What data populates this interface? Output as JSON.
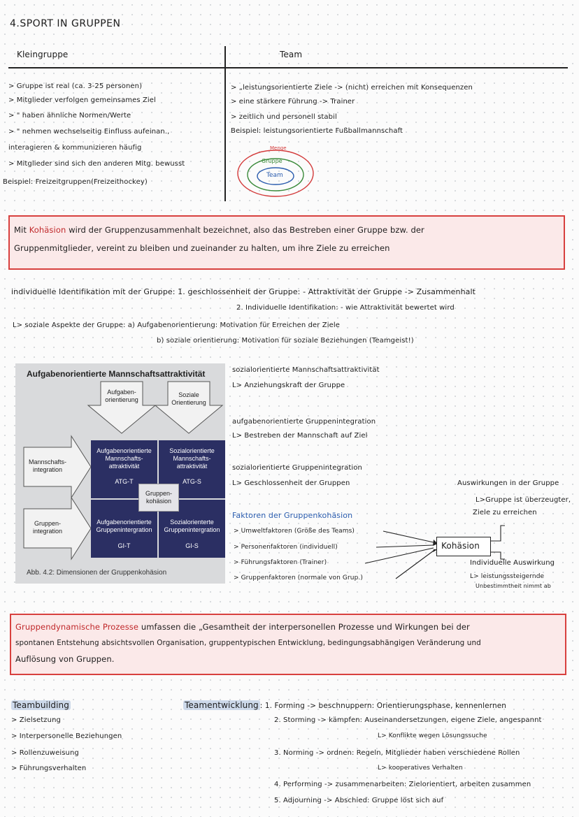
{
  "title": "4.SPORT IN GRUPPEN",
  "table": {
    "left_header": "Kleingruppe",
    "right_header": "Team",
    "left_lines": [
      "> Gruppe ist real (ca. 3-25 personen)",
      "> Mitglieder verfolgen gemeinsames Ziel",
      ">   \"     haben ähnliche Normen/Werte",
      "> \"     nehmen wechselseitig Einfluss aufeinan.,",
      "   interagieren & kommunizieren häufig",
      "> Mitglieder sind sich den anderen Mitg. bewusst",
      "Beispiel: Freizeitgruppen(Freizeithockey)"
    ],
    "right_lines": [
      "> „leistungsorientierte Ziele -> (nicht) erreichen mit Konsequenzen",
      "> eine stärkere Führung -> Trainer",
      "> zeitlich und personell stabil",
      "Beispiel: leistungsorientierte Fußballmannschaft"
    ],
    "venn": {
      "outer": "Menge",
      "middle": "Gruppe",
      "inner": "Team"
    }
  },
  "box1": {
    "prefix": "Mit ",
    "highlight": "Kohäsion",
    "line1": " wird der Gruppenzusammenhalt bezeichnet, also das Bestreben einer Gruppe bzw. der",
    "line2": "Gruppenmitglieder, vereint zu bleiben und zueinander zu halten, um ihre Ziele zu erreichen"
  },
  "ident": {
    "line1": "individuelle Identifikation mit der Gruppe: 1. geschlossenheit der Gruppe: - Attraktivität der Gruppe -> Zusammenhalt",
    "line2": "2. Individuelle Identifikation: - wie Attraktivität bewertet wird",
    "line3": "L> soziale Aspekte der Gruppe: a) Aufgabenorientierung: Motivation für Erreichen der Ziele",
    "line4": "b) soziale orientierung: Motivation für soziale Beziehungen (Teamgeist!)"
  },
  "figure": {
    "title": "Aufgabenorientierte   Mannschaftsattraktivität",
    "top_left": "Aufgaben-\norientierung",
    "top_right": "Soziale\nOrientierung",
    "left_top": "Mannschafts-\nintegration",
    "left_bottom": "Gruppen-\nintegration",
    "cells": {
      "tl": "Aufgabenorientierte\nMannschafts-\nattraktivität",
      "tl_code": "ATG-T",
      "tr": "Sozialorientierte\nMannschafts-\nattraktivität",
      "tr_code": "ATG-S",
      "bl": "Aufgabenorientierte\nGruppenintergration",
      "bl_code": "GI-T",
      "br": "Sozialorienterte\nGruppenintergration",
      "br_code": "GI-S"
    },
    "center": "Gruppen-\nkohäsion",
    "caption": "Abb. 4.2: Dimensionen der Gruppenkohäsion"
  },
  "notes": {
    "n1": "sozialorientierte Mannschaftsattraktivität",
    "n1b": "L> Anziehungskraft der Gruppe",
    "n2": "aufgabenorientierte Gruppenintegration",
    "n2b": "L> Bestreben der Mannschaft auf Ziel",
    "n3": "sozialorientierte Gruppenintegration",
    "n3b": "L> Geschlossenheit der Gruppen",
    "factors_title": "Faktoren der Gruppenkohäsion",
    "factors": [
      "> Umweltfaktoren (Größe des Teams)",
      "> Personenfaktoren (individuell)",
      "> Führungsfaktoren (Trainer)",
      "> Gruppenfaktoren (normale von Grup.)"
    ],
    "kohaesion": "Kohäsion",
    "effects_group_title": "Auswirkungen in der Gruppe",
    "effects_group_1": "L>Gruppe ist überzeugter,",
    "effects_group_2": "Ziele zu erreichen",
    "effects_ind_title": "Individuelle Auswirkung",
    "effects_ind_1": "L> leistungssteigernde",
    "effects_ind_2": "Unbestimmtheit nimmt ab"
  },
  "box2": {
    "highlight": "Gruppendynamische Prozesse",
    "line1": " umfassen die „Gesamtheit der interpersonellen Prozesse und Wirkungen bei der",
    "line2": "spontanen Entstehung absichtsvollen Organisation, gruppentypischen Entwicklung, bedingungsabhängigen Veränderung und",
    "line3": "Auflösung von Gruppen."
  },
  "teambuilding": {
    "title": "Teambuilding",
    "items": [
      "> Zielsetzung",
      "> Interpersonelle Beziehungen",
      "> Rollenzuweisung",
      "> Führungsverhalten"
    ]
  },
  "teamentwicklung": {
    "title": "Teamentwicklung",
    "s1": ": 1. Forming -> beschnuppern: Orientierungsphase, kennenlernen",
    "s2": "2. Storming -> kämpfen: Auseinandersetzungen, eigene Ziele, angespannt",
    "s2b": "L> Konflikte wegen Lösungssuche",
    "s3": "3. Norming -> ordnen: Regeln, Mitglieder haben verschiedene Rollen",
    "s3b": "L> kooperatives Verhalten",
    "s4": "4. Performing -> zusammenarbeiten: Zielorientiert, arbeiten zusammen",
    "s5": "5. Adjourning -> Abschied: Gruppe löst sich auf"
  },
  "colors": {
    "red_border": "#d8403e",
    "red_fill": "#fbe9e9",
    "figure_dark": "#2b2f63",
    "accent_blue": "#2a5cae"
  }
}
